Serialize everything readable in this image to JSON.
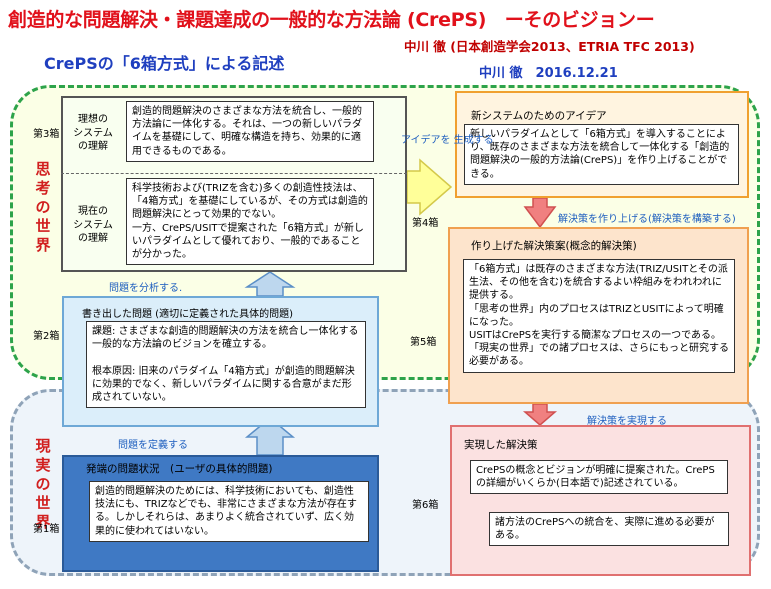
{
  "title": "創造的な問題解決・課題達成の一般的な方法論 (CrePS)　ーそのビジョンー",
  "author1": "中川 徹 (日本創造学会2013、ETRIA TFC 2013)",
  "subtitle": "CrePSの「6箱方式」による記述",
  "author2": "中川 徹　2016.12.21",
  "regions": {
    "thinking": "思考の世界",
    "reality": "現実の世界"
  },
  "steps": {
    "box1": "第1箱",
    "box2": "第2箱",
    "box3": "第3箱",
    "box4": "第4箱",
    "box5": "第5箱",
    "box6": "第6箱"
  },
  "box3": {
    "ideal_label": "理想の\nシステム\nの理解",
    "ideal_text": "創造的問題解決のさまざまな方法を統合し、一般的方法論に一体化する。それは、一つの新しいパラダイムを基礎にして、明確な構造を持ち、効果的に適用できるものである。",
    "current_label": "現在の\nシステム\nの理解",
    "current_text": "科学技術および(TRIZを含む)多くの創造性技法は、「4箱方式」を基礎にしているが、その方式は創造的問題解決にとって効果的でない。\n一方、CrePS/USITで提案された「6箱方式」が新しいパラダイムとして優れており、一般的であることが分かった。"
  },
  "box2": {
    "title": "書き出した問題 (適切に定義された具体的問題)",
    "text": "課題:  さまざまな創造的問題解決の方法を統合し一体化する一般的な方法論のビジョンを確立する。\n\n根本原因:  旧来のパラダイム「4箱方式」が創造的問題解決に効果的でなく、新しいパラダイムに関する合意がまだ形成されていない。"
  },
  "box1": {
    "title": "発端の問題状況　(ユーザの具体的問題)",
    "text": "創造的問題解決のためには、科学技術においても、創造性技法にも、TRIZなどでも、非常にさまざまな方法が存在する。しかしそれらは、あまりよく統合されていず、広く効果的に使われてはいない。"
  },
  "box4": {
    "title": "新システムのためのアイデア",
    "text": "新しいパラダイムとして「6箱方式」を導入することにより、既存のさまざまな方法を統合して一体化する「創造的問題解決の一般的方法論(CrePS)」を作り上げることができる。"
  },
  "box5": {
    "title": "作り上げた解決策案(概念的解決策)",
    "text": "「6箱方式」は既存のさまざまな方法(TRIZ/USITとその派生法、その他を含む)を統合するよい枠組みをわれわれに提供する。\n「思考の世界」内のプロセスはTRIZとUSITによって明確になった。\nUSITはCrePSを実行する簡潔なプロセスの一つである。\n「現実の世界」での諸プロセスは、さらにもっと研究する必要がある。"
  },
  "box6": {
    "title": "実現した解決策",
    "text1": "CrePSの概念とビジョンが明確に提案された。CrePSの詳細がいくらか(日本語で)記述されている。",
    "text2": "諸方法のCrePSへの統合を、実際に進める必要がある。"
  },
  "arrows": {
    "define": "問題を定義する",
    "analyze": "問題を分析する.",
    "generate": "アイデアを\n生成する",
    "build": "解決策を作り上げる(解決策を構築する)",
    "implement": "解決策を実現する"
  }
}
